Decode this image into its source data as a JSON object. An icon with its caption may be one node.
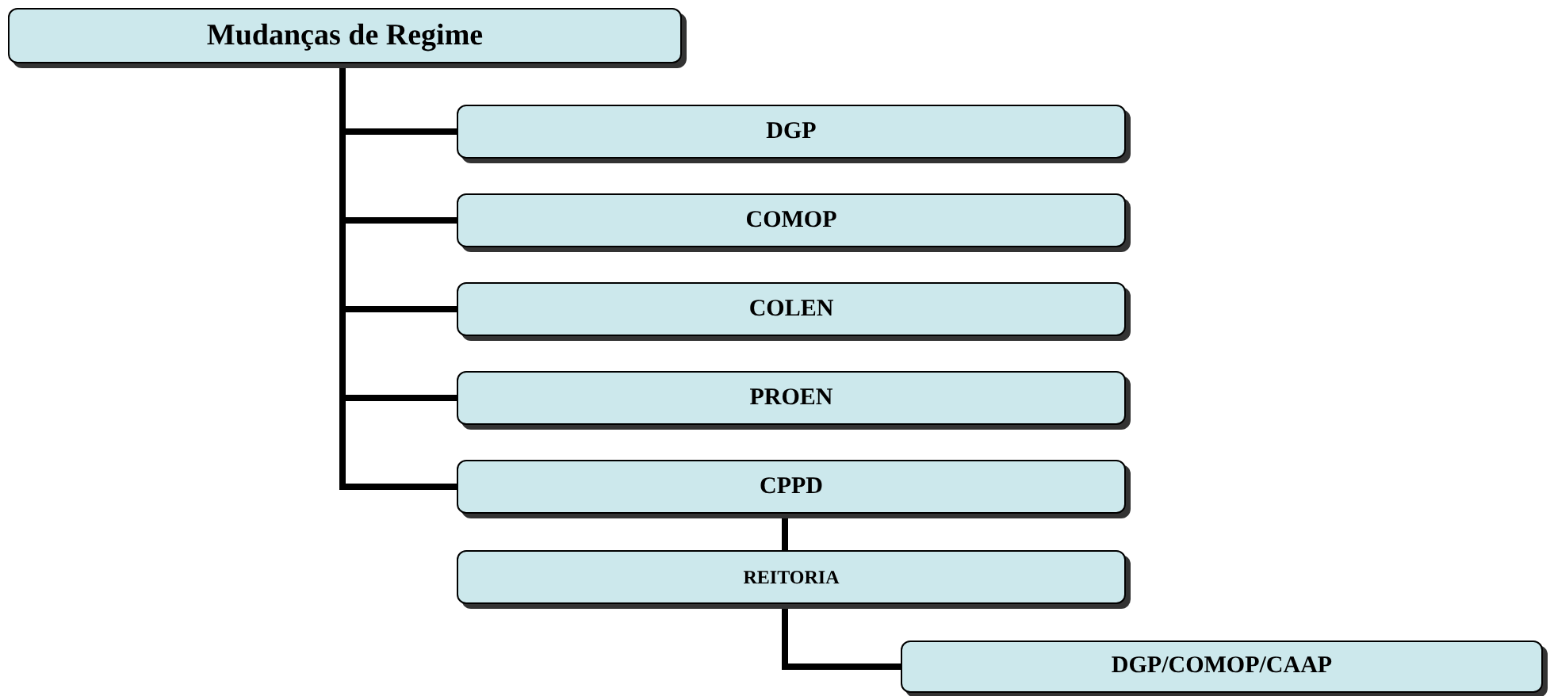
{
  "diagram": {
    "nodes": [
      {
        "text": [
          "Mudanças de Regime"
        ]
      },
      {
        "text": [
          "DGP"
        ]
      },
      {
        "text": [
          "COMOP"
        ]
      },
      {
        "text": [
          "COLEN"
        ]
      },
      {
        "text": [
          "PROEN"
        ]
      },
      {
        "text": [
          "CPPD"
        ]
      },
      {
        "text": [
          "REITORIA"
        ]
      },
      {
        "text": [
          "DGP/COMOP/CAAP"
        ]
      }
    ],
    "edges": [
      {
        "from": 0,
        "to": 1,
        "arrow": "none"
      },
      {
        "from": 0,
        "to": 2,
        "arrow": "none"
      },
      {
        "from": 0,
        "to": 3,
        "arrow": "none"
      },
      {
        "from": 0,
        "to": 4,
        "arrow": "none"
      },
      {
        "from": 0,
        "to": 5,
        "arrow": "none"
      },
      {
        "from": 5,
        "to": 6,
        "arrow": "none"
      },
      {
        "from": 6,
        "to": 7,
        "arrow": "none"
      }
    ]
  }
}
